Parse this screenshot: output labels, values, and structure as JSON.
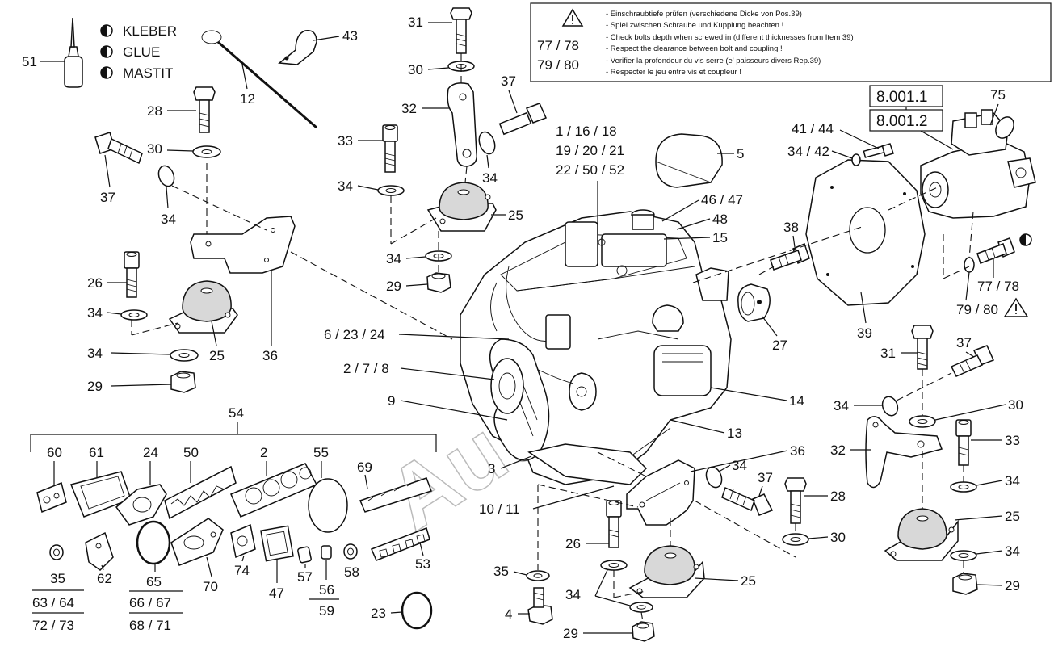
{
  "legend": {
    "items": [
      "KLEBER",
      "GLUE",
      "MASTIT"
    ]
  },
  "note": {
    "refs": [
      "77 / 78",
      "79 / 80"
    ],
    "lines": [
      "- Einschraubtiefe prüfen (verschiedene Dicke von Pos.39)",
      "- Spiel zwischen Schraube und Kupplung beachten !",
      "- Check bolts depth when screwed in (different thicknesses from Item 39)",
      "- Respect the clearance between bolt and coupling !",
      "- Verifier la profondeur du vis serre (e' paisseurs divers Rep.39)",
      "- Respecter le jeu entre vis et coupleur !"
    ]
  },
  "refboxes": [
    "8.001.1",
    "8.001.2"
  ],
  "watermark": "AutoSoft",
  "labels": {
    "l51": "51",
    "l12": "12",
    "l43": "43",
    "l31a": "31",
    "l30a": "30",
    "l37a": "37",
    "l32a": "32",
    "l34a": "34",
    "l33a": "33",
    "l34b": "34",
    "l25a": "25",
    "l34c": "34",
    "l29a": "29",
    "l28a": "28",
    "l30b": "30",
    "l37b": "37",
    "l34d": "34",
    "l26a": "26",
    "l34e": "34",
    "l34f": "34",
    "l25b": "25",
    "l36a": "36",
    "l29b": "29",
    "l1": "1 / 16 / 18",
    "l19": "19 / 20 / 21",
    "l22": "22 / 50 / 52",
    "l5": "5",
    "l46": "46 / 47",
    "l48": "48",
    "l15": "15",
    "l38": "38",
    "l27": "27",
    "l39": "39",
    "l41": "41 / 44",
    "l3442": "34 / 42",
    "l75": "75",
    "l7778": "77 / 78",
    "l7980": "79 / 80",
    "l6": "6 / 23 / 24",
    "l2": "2 / 7 / 8",
    "l9": "9",
    "l14": "14",
    "l13": "13",
    "l3": "3",
    "l10": "10 / 11",
    "l36b": "36",
    "l34g": "34",
    "l37c": "37",
    "l28b": "28",
    "l30c": "30",
    "l26b": "26",
    "l35a": "35",
    "l34h": "34",
    "l25c": "25",
    "l4": "4",
    "l29c": "29",
    "l31b": "31",
    "l37d": "37",
    "l34i": "34",
    "l30d": "30",
    "l32b": "32",
    "l33b": "33",
    "l34j": "34",
    "l25d": "25",
    "l34k": "34",
    "l29d": "29",
    "l54": "54",
    "l60": "60",
    "l61": "61",
    "l24": "24",
    "l50": "50",
    "l2b": "2",
    "l55": "55",
    "l69": "69",
    "l35b": "35",
    "l6364": "63 / 64",
    "l7273": "72 / 73",
    "l62": "62",
    "l65": "65",
    "l6667": "66 / 67",
    "l6871": "68 / 71",
    "l70": "70",
    "l74": "74",
    "l47": "47",
    "l57": "57",
    "l56": "56",
    "l59": "59",
    "l58": "58",
    "l53": "53",
    "l23": "23"
  }
}
